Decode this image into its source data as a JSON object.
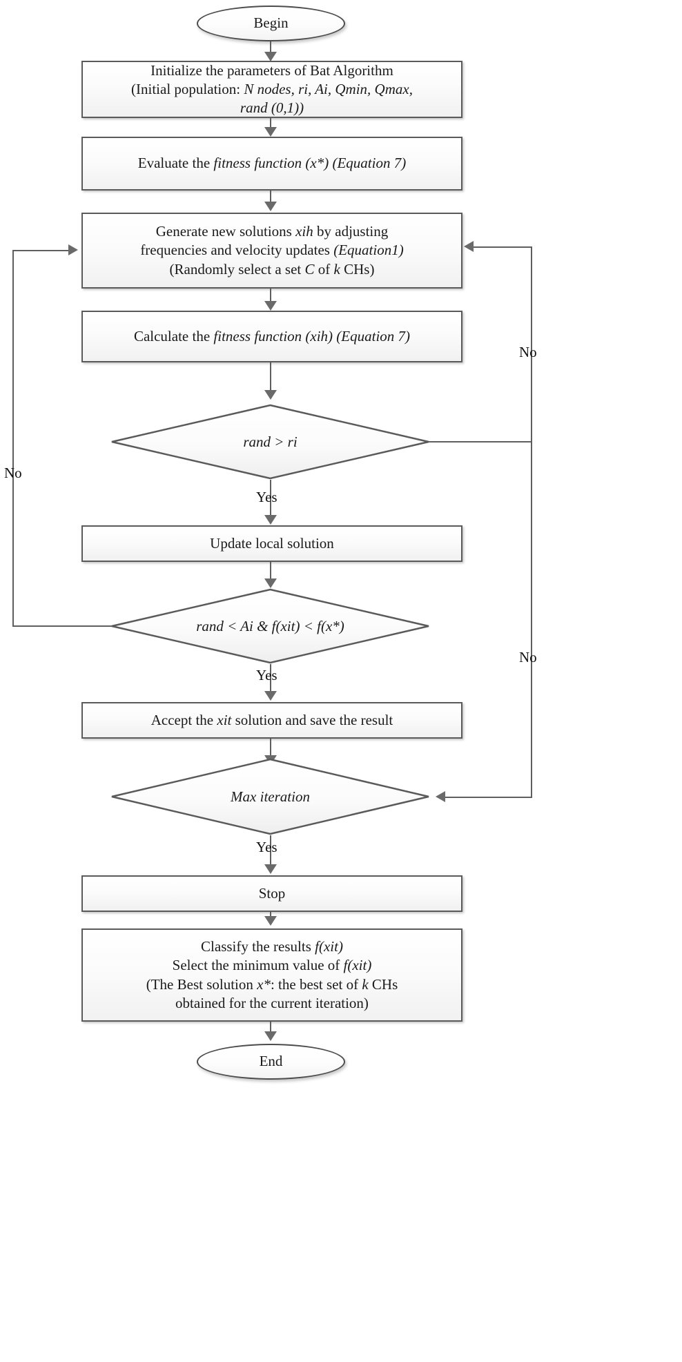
{
  "diagram": {
    "title": "Bat Algorithm flowchart",
    "colors": {
      "stroke": "#5a5a5a",
      "fill_top": "#ffffff",
      "fill_bottom": "#f1f1f1",
      "text": "#1a1a1a",
      "arrow": "#6a6a6a"
    }
  },
  "nodes": {
    "begin": {
      "type": "terminator",
      "label": "Begin"
    },
    "initialize": {
      "type": "process",
      "lines": [
        "Initialize the parameters of Bat Algorithm",
        "(Initial population: N nodes, ri, Ai, Qmin, Qmax,",
        "rand (0,1))"
      ]
    },
    "evaluate": {
      "type": "process",
      "lines": [
        "Evaluate the fitness function (x*) (Equation 7)"
      ]
    },
    "generate": {
      "type": "process",
      "lines": [
        "Generate new solutions xih by adjusting",
        "frequencies and velocity updates (Equation1)",
        "(Randomly select a set C of k CHs)"
      ]
    },
    "calculate": {
      "type": "process",
      "lines": [
        "Calculate the fitness function (xih) (Equation 7)"
      ]
    },
    "decision_rand_ri": {
      "type": "decision",
      "label": "rand > ri"
    },
    "update_local": {
      "type": "process",
      "lines": [
        "Update local solution"
      ]
    },
    "decision_rand_ai": {
      "type": "decision",
      "label": "rand < Ai & f(xit) < f(x*)"
    },
    "accept": {
      "type": "process",
      "lines": [
        "Accept the xit solution and save the result"
      ]
    },
    "decision_max_iteration": {
      "type": "decision",
      "label": "Max iteration"
    },
    "stop": {
      "type": "process",
      "lines": [
        "Stop"
      ]
    },
    "classify": {
      "type": "process",
      "lines": [
        "Classify the results f(xit)",
        "Select the minimum value of f(xit)",
        "(The Best solution x*: the best set of k CHs",
        "obtained for the current iteration)"
      ]
    },
    "end": {
      "type": "terminator",
      "label": "End"
    }
  },
  "edge_labels": {
    "rand_ri_no": "No",
    "rand_ri_yes": "Yes",
    "rand_ai_no": "No",
    "rand_ai_yes": "Yes",
    "max_iteration_no": "No",
    "max_iteration_yes": "Yes"
  }
}
